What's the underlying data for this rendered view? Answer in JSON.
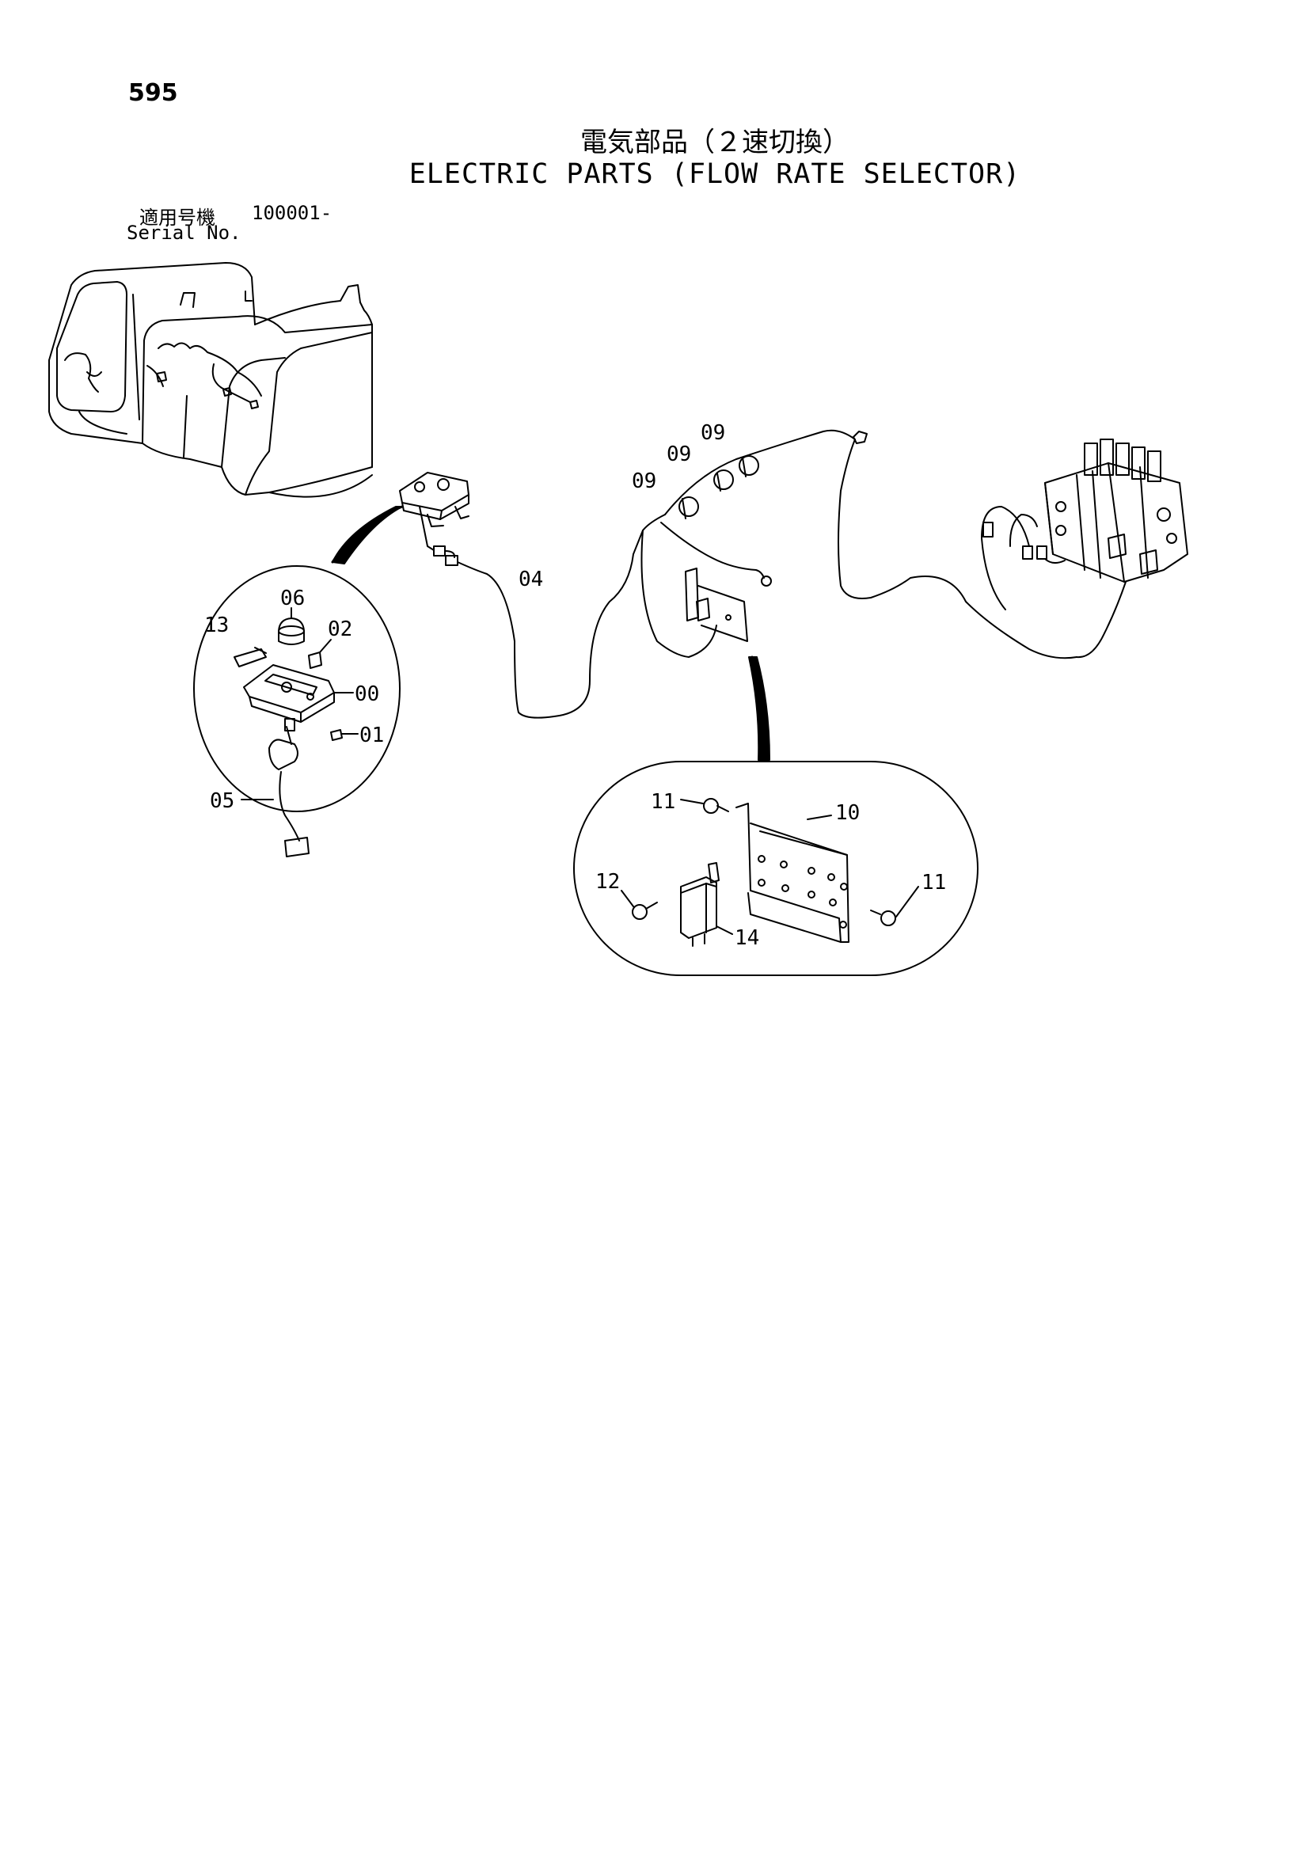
{
  "header": {
    "page_number": "595",
    "title_jp": "電気部品（２速切換）",
    "title_en": "ELECTRIC PARTS (FLOW RATE SELECTOR)",
    "serial_label_jp": "適用号機",
    "serial_value": "100001-",
    "serial_label_en": "Serial No."
  },
  "callouts": {
    "c00": "00",
    "c01": "01",
    "c02": "02",
    "c04": "04",
    "c05": "05",
    "c06": "06",
    "c09a": "09",
    "c09b": "09",
    "c09c": "09",
    "c10": "10",
    "c11a": "11",
    "c11b": "11",
    "c12": "12",
    "c13": "13",
    "c14": "14"
  }
}
